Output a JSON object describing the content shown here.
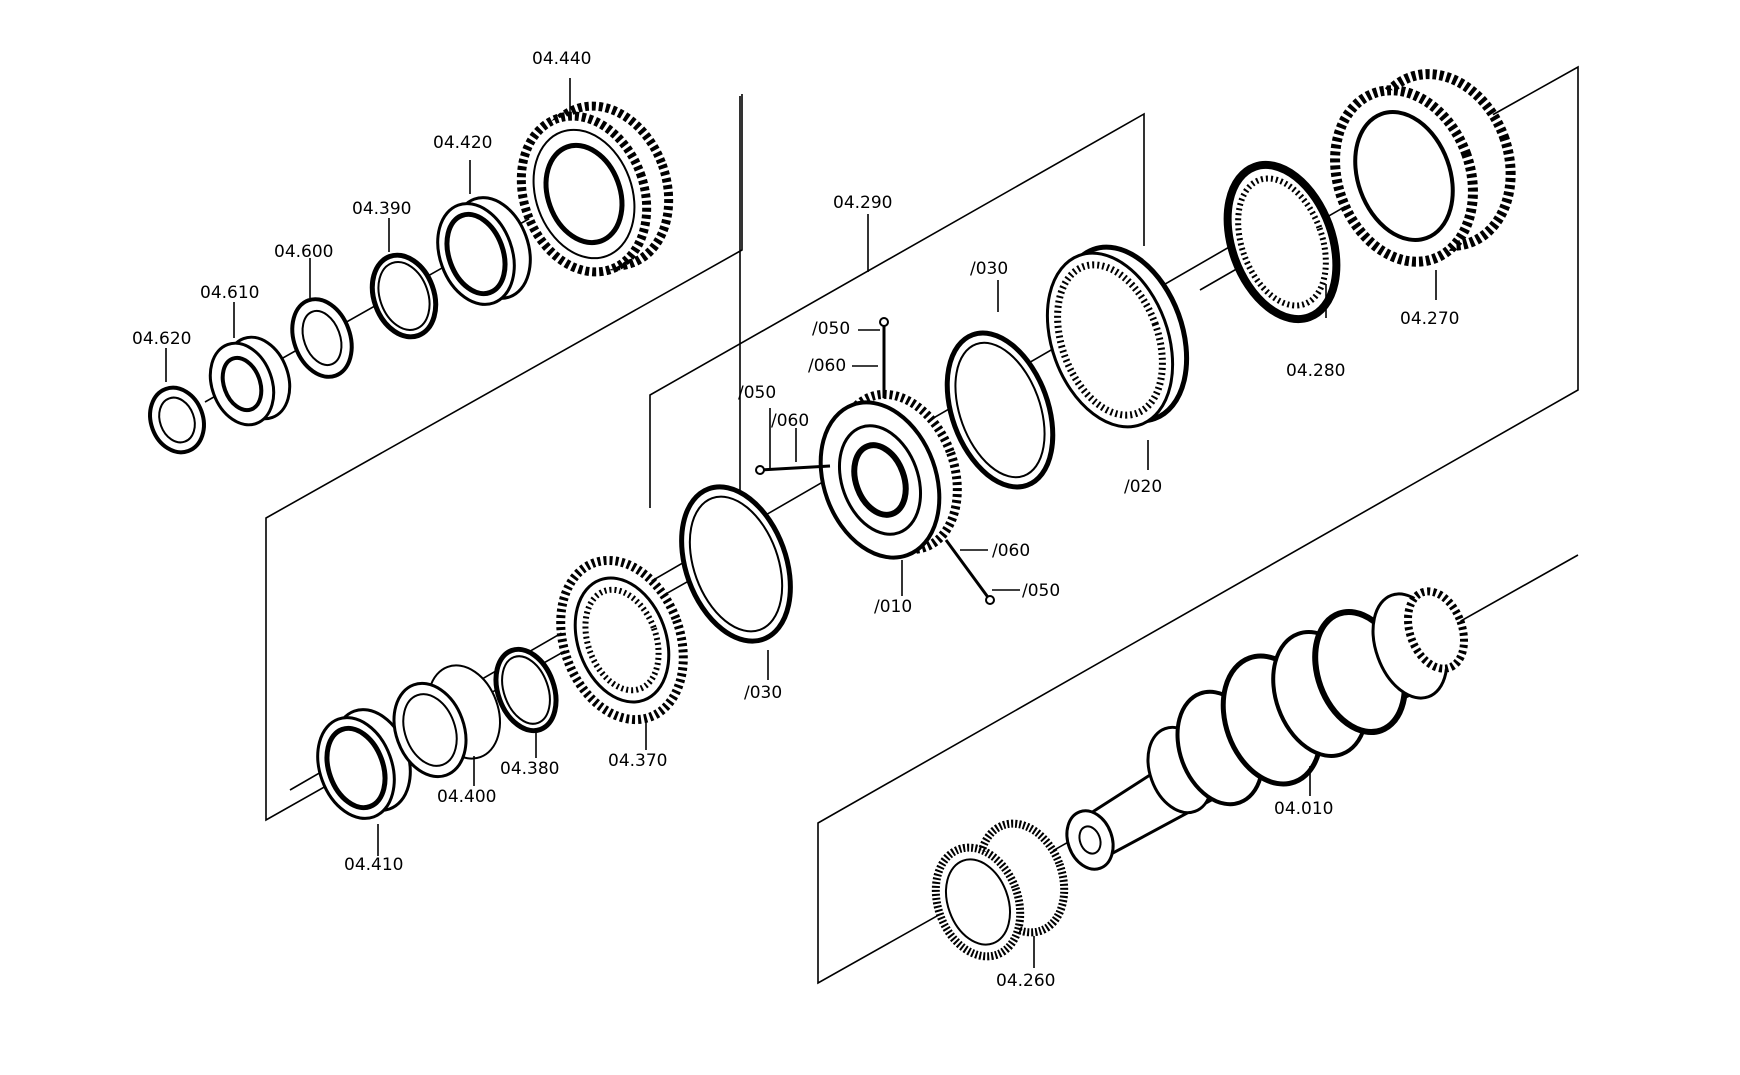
{
  "labels": {
    "p04_440": "04.440",
    "p04_420": "04.420",
    "p04_390": "04.390",
    "p04_600": "04.600",
    "p04_610": "04.610",
    "p04_620": "04.620",
    "p04_290": "04.290",
    "p030_top": "/030",
    "p050_a": "/050",
    "p060_a": "/060",
    "p050_b": "/050",
    "p060_b": "/060",
    "p020": "/020",
    "p04_280": "04.280",
    "p04_270": "04.270",
    "p060_c": "/060",
    "p050_c": "/050",
    "p010": "/010",
    "p030_bottom": "/030",
    "p04_370": "04.370",
    "p04_380": "04.380",
    "p04_400": "04.400",
    "p04_410": "04.410",
    "p04_010": "04.010",
    "p04_260": "04.260"
  }
}
